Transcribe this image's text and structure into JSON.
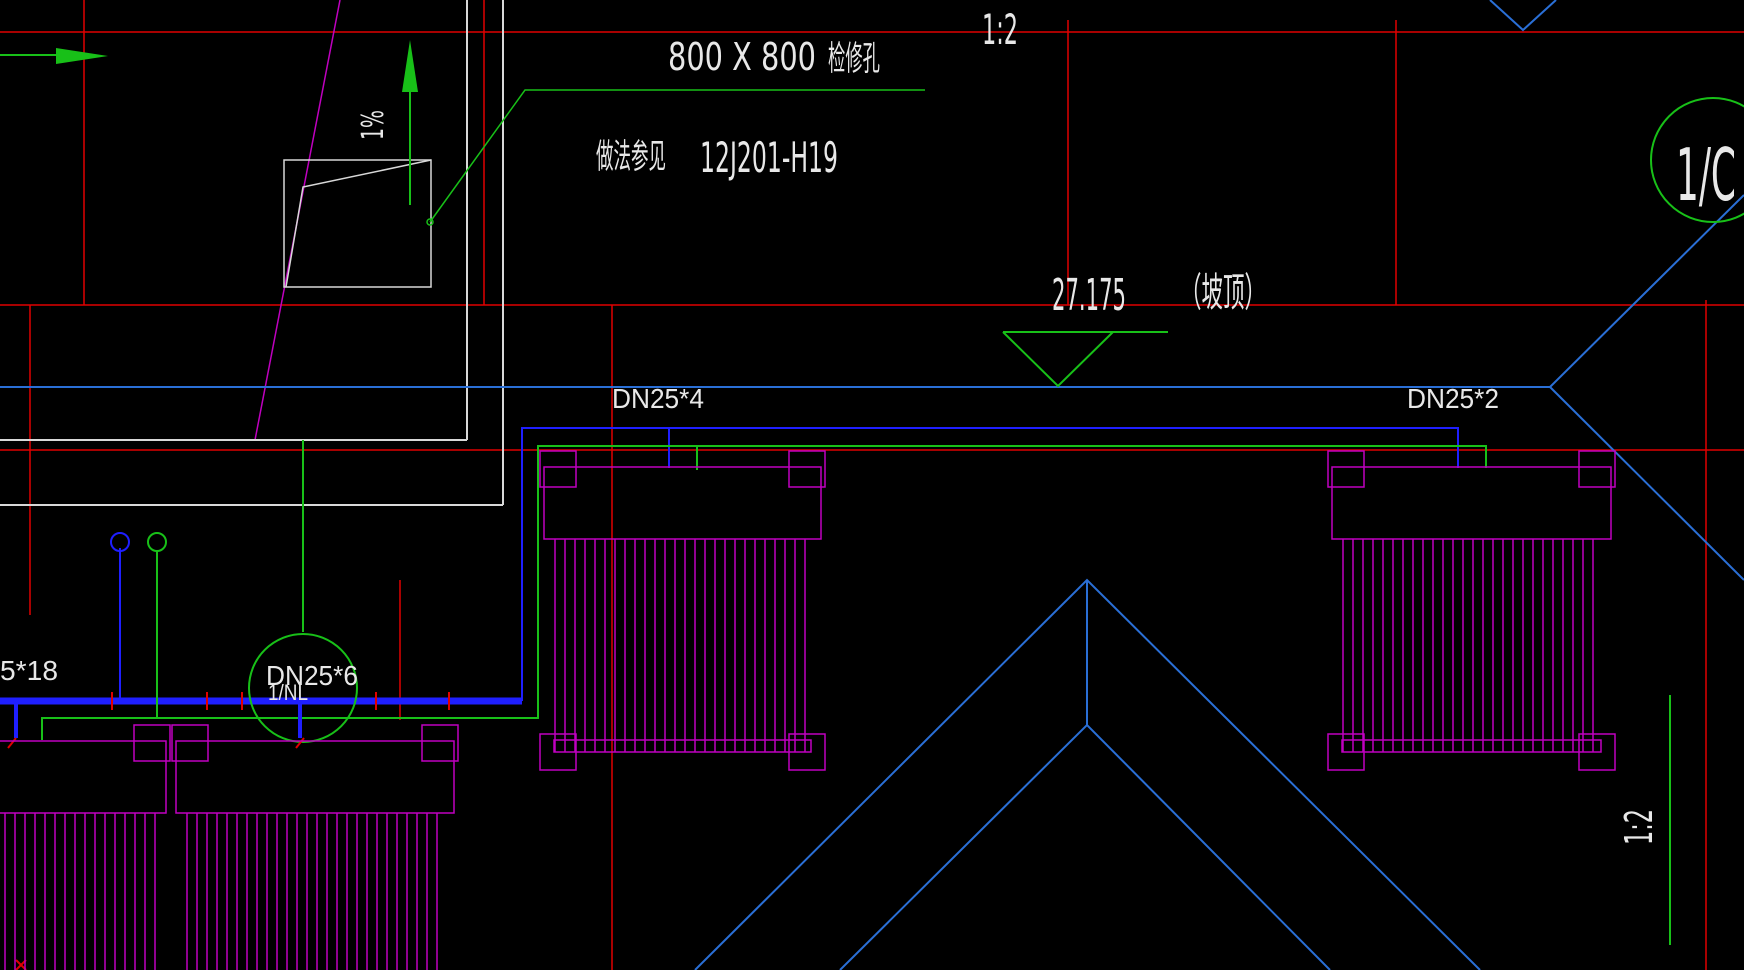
{
  "drawing": {
    "labels": {
      "opening_size": "800 X 800",
      "opening_name": "检修孔",
      "method_ref": "做法参见",
      "method_code": "12J201-H19",
      "slope_percent": "1%",
      "ratio_top": "1:2",
      "ratio_right": "1:2",
      "elevation": "27.175",
      "elevation_note": "（坡顶）",
      "grid_bubble": "1/C",
      "pipe_a": "DN25*4",
      "pipe_b": "DN25*2",
      "pipe_c": "DN25*6",
      "pipe_d": "5*18",
      "branch_small": "1/NL"
    },
    "colors": {
      "grid_line": "#e00000",
      "roof_ridge": "#2a6fd6",
      "water_pipe": "#1f1fff",
      "leader": "#18c018",
      "equipment": "#c000c0",
      "wall": "#d8d8d8",
      "slope_diagonal": "#c000c0"
    }
  }
}
